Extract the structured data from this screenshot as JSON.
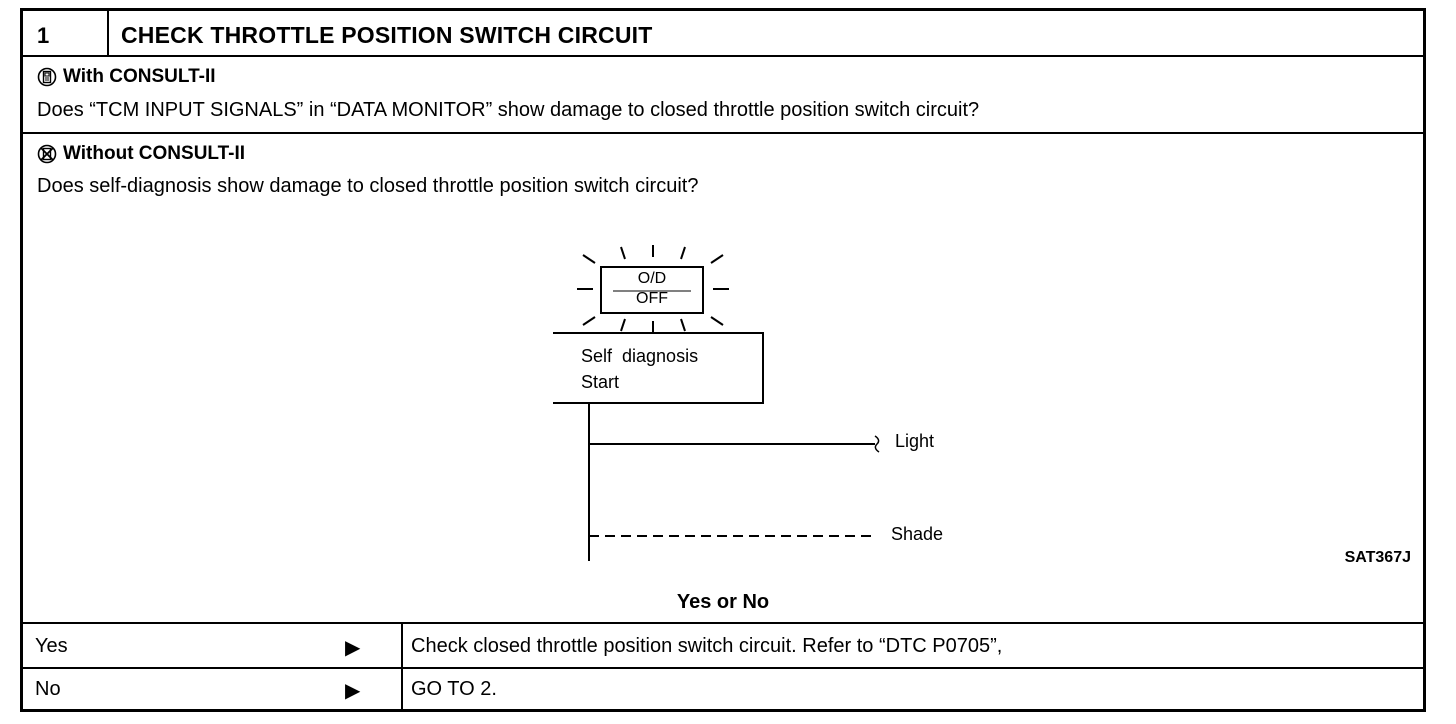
{
  "header": {
    "number": "1",
    "title": "CHECK THROTTLE POSITION SWITCH CIRCUIT"
  },
  "with_consult": {
    "icon": "consult-tester-icon",
    "title": "With CONSULT-II",
    "text": "Does “TCM INPUT SIGNALS” in “DATA MONITOR” show damage to closed throttle position switch circuit?"
  },
  "without_consult": {
    "icon": "no-consult-icon",
    "title": "Without CONSULT-II",
    "text": "Does self-diagnosis show damage to closed throttle position switch circuit?"
  },
  "diagram": {
    "lamp_line1": "O/D",
    "lamp_line2": "OFF",
    "box_line1": "Self  diagnosis",
    "box_line2": "Start",
    "light_label": "Light",
    "shade_label": "Shade",
    "figure_code": "SAT367J"
  },
  "question": "Yes or No",
  "answers": [
    {
      "label": "Yes",
      "arrow": "▶",
      "text": "Check closed throttle position switch circuit. Refer to “DTC P0705”,"
    },
    {
      "label": "No",
      "arrow": "▶",
      "text": "GO TO 2."
    }
  ]
}
